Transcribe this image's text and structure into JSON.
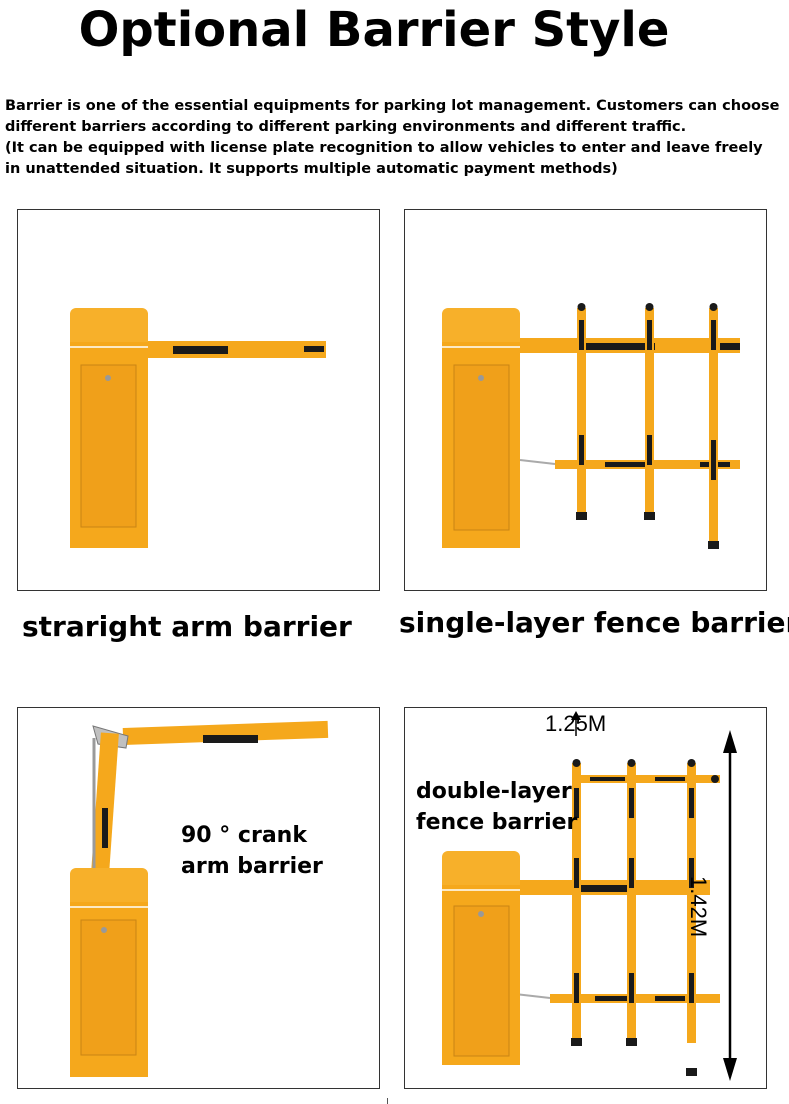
{
  "title": "Optional Barrier Style",
  "intro": {
    "line1": "Barrier is one of the essential equipments for parking lot management. Customers can choose",
    "line2": "different barriers according to different parking environments and different traffic.",
    "line3": "(It can be equipped with license plate recognition to allow vehicles to enter and leave freely",
    "line4": "in unattended situation. It supports multiple automatic payment methods)"
  },
  "captions": {
    "straight": "straright arm barrier",
    "single_fence": "single-layer fence barrier"
  },
  "crank_label": {
    "line1": "90 ° crank",
    "line2": "arm barrier"
  },
  "double_label": {
    "line1": "double-layer",
    "line2": "fence barrier"
  },
  "dimensions": {
    "width": "1.25M",
    "height": "1.42M"
  },
  "colors": {
    "barrier_yellow": "#f5a81c",
    "barrier_shade": "#e0901a",
    "stripe": "#1a1a1a"
  }
}
